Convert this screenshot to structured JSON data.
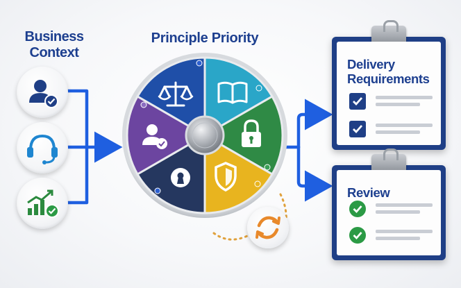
{
  "context": {
    "title": "Business Context"
  },
  "priority": {
    "title": "Principle Priority"
  },
  "delivery": {
    "title": "Delivery Requirements"
  },
  "review": {
    "title": "Review"
  },
  "colors": {
    "navy": "#1d3f8f",
    "arrow_blue": "#1f5fe0",
    "segment_blue": "#1f4fa8",
    "segment_teal": "#2aa6c8",
    "segment_green": "#2f8a45",
    "segment_yellow": "#e8b41f",
    "segment_navy": "#25375f",
    "segment_purple": "#6c45a0",
    "check_green": "#2b9a45",
    "sync_orange": "#e8892b"
  },
  "icons": {
    "context": [
      "user-check-icon",
      "headset-icon",
      "growth-chart-icon"
    ],
    "wheel": [
      "scales-icon",
      "book-icon",
      "lock-icon",
      "shield-icon",
      "keyhole-icon",
      "user-badge-icon"
    ],
    "sync": "sync-arrows-icon"
  }
}
